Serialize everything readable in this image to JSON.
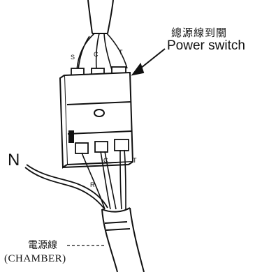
{
  "labels": {
    "switch_cjk": "總源線到關",
    "power_switch": "Power switch",
    "neutral": "N",
    "chamber_cjk": "電源線",
    "chamber": "(CHAMBER)"
  },
  "terminal_marks": {
    "top_left": "S",
    "top_mid": "C",
    "top_right": "T",
    "bottom_left": "R",
    "bottom_mid": "C",
    "bottom_right": "T"
  }
}
